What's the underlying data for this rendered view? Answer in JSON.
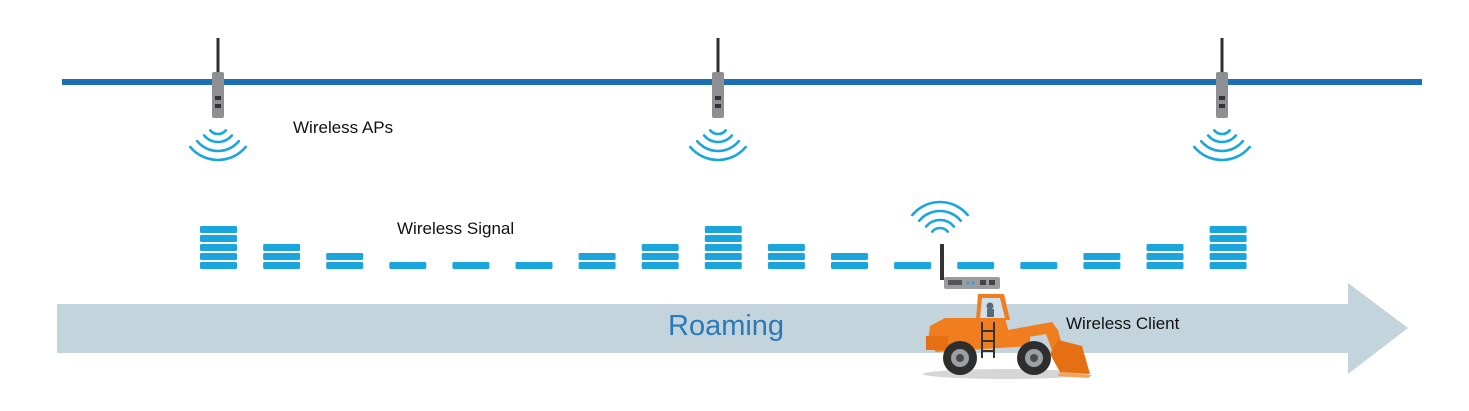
{
  "labels": {
    "aps": "Wireless APs",
    "signal": "Wireless Signal",
    "client": "Wireless Client",
    "roaming": "Roaming"
  },
  "signal_levels": [
    5,
    3,
    2,
    1,
    1,
    1,
    2,
    3,
    5,
    3,
    2,
    1,
    1,
    1,
    2,
    3,
    5
  ],
  "access_point_count": 3,
  "colors": {
    "backbone": "#1a6fb2",
    "signal_bars": "#1aa6dc",
    "arrow": "#c3d4dc",
    "roaming_text": "#2a7ab8",
    "vehicle": "#f07d1e",
    "ap_body": "#8d8f92"
  },
  "icons": [
    "antenna-icon",
    "wifi-waves-icon",
    "wheel-loader-icon",
    "wireless-module-icon"
  ]
}
